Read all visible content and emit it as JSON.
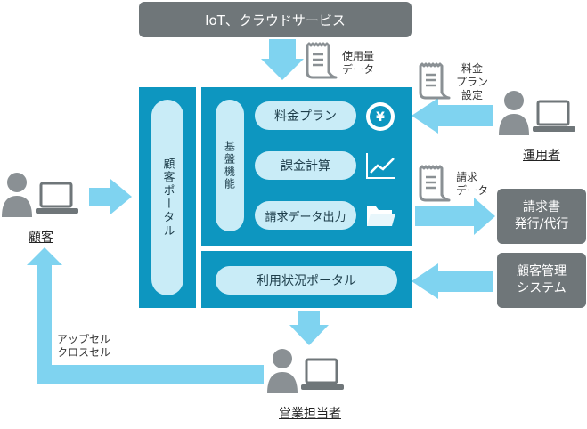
{
  "top_box": {
    "label": "IoT、クラウドサービス"
  },
  "notes": {
    "usage_data": [
      "使用量",
      "データ"
    ],
    "rate_plan_setting": [
      "料金",
      "プラン",
      "設定"
    ],
    "billing_data": [
      "請求",
      "データ"
    ],
    "upsell": [
      "アップセル",
      "クロスセル"
    ]
  },
  "portal": {
    "label": "顧客ポータル"
  },
  "core": {
    "label": "基盤機能",
    "items": [
      {
        "label": "料金プラン",
        "icon": "yen-icon"
      },
      {
        "label": "課金計算",
        "icon": "chart-icon"
      },
      {
        "label": "請求データ出力",
        "icon": "folder-icon"
      }
    ]
  },
  "usage_portal": {
    "label": "利用状況ポータル"
  },
  "right_boxes": {
    "invoice": [
      "請求書",
      "発行/代行"
    ],
    "crm": [
      "顧客管理",
      "システム"
    ]
  },
  "people": {
    "customer": "顧客",
    "operator": "運用者",
    "sales": "営業担当者"
  },
  "colors": {
    "teal": "#0d96c0",
    "pill": "#c9ecf7",
    "arrow": "#7fd3f0",
    "dark_box": "#6f7679",
    "icon_gray": "#8a9094"
  }
}
